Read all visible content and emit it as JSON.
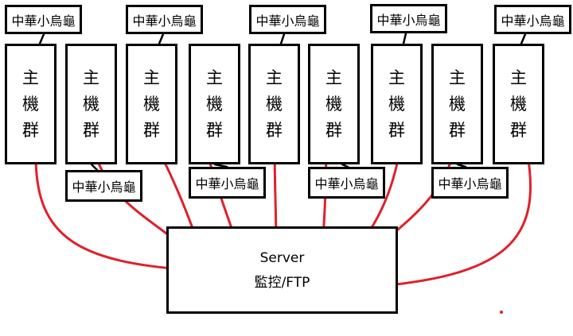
{
  "label_text": "中華小烏龜",
  "host_chars": [
    "主",
    "機",
    "群"
  ],
  "server": {
    "line1": "Server",
    "line2": "監控/FTP"
  },
  "colors": {
    "ink": "#000000",
    "link": "#e0202a"
  },
  "host_count": 9
}
